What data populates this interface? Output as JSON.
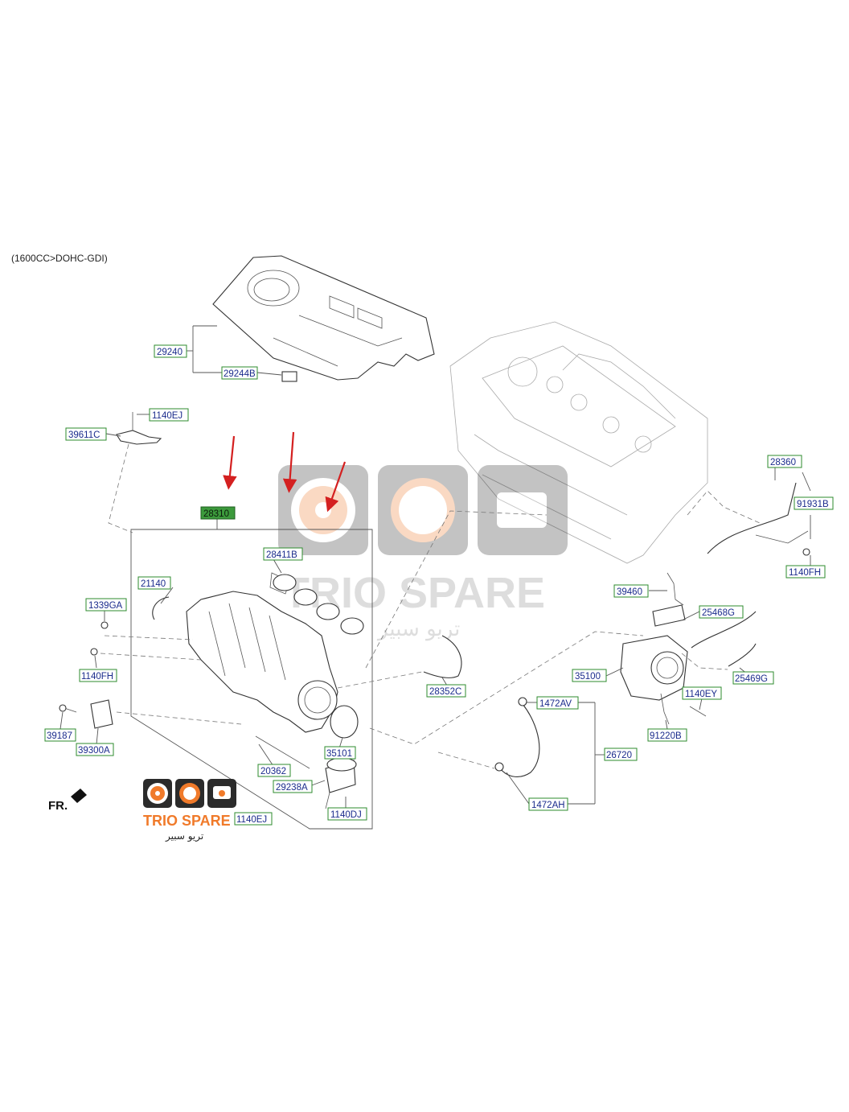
{
  "header": {
    "engine_label": "(1600CC>DOHC-GDI)"
  },
  "front_marker": {
    "label": "FR."
  },
  "callouts": {
    "c29240": "29240",
    "c29244B": "29244B",
    "c1140EJ_top": "1140EJ",
    "c39611C": "39611C",
    "c28310": "28310",
    "c28411B": "28411B",
    "c21140": "21140",
    "c1339GA": "1339GA",
    "c1140FH_left": "1140FH",
    "c39187": "39187",
    "c39300A": "39300A",
    "c28352C": "28352C",
    "c35101": "35101",
    "c20362": "20362",
    "c29238A": "29238A",
    "c1140DJ": "1140DJ",
    "c1140EJ_bottom": "1140EJ",
    "c28360": "28360",
    "c91931B": "91931B",
    "c1140FH_right": "1140FH",
    "c39460": "39460",
    "c25468G": "25468G",
    "c35100": "35100",
    "c25469G": "25469G",
    "c1140EY": "1140EY",
    "c1472AV": "1472AV",
    "c26720": "26720",
    "c91220B": "91220B",
    "c1472AH": "1472AH"
  },
  "watermark": {
    "brand": "TRIO SPARE",
    "brand_arabic": "تريو سبير",
    "accent_color": "#f07a2a",
    "tile_color": "#2b2b2b"
  },
  "colors": {
    "label_text": "#1a2b8c",
    "label_border": "#2e8b2e",
    "highlight_fill": "#3c9a3c",
    "arrow": "#d42020"
  }
}
